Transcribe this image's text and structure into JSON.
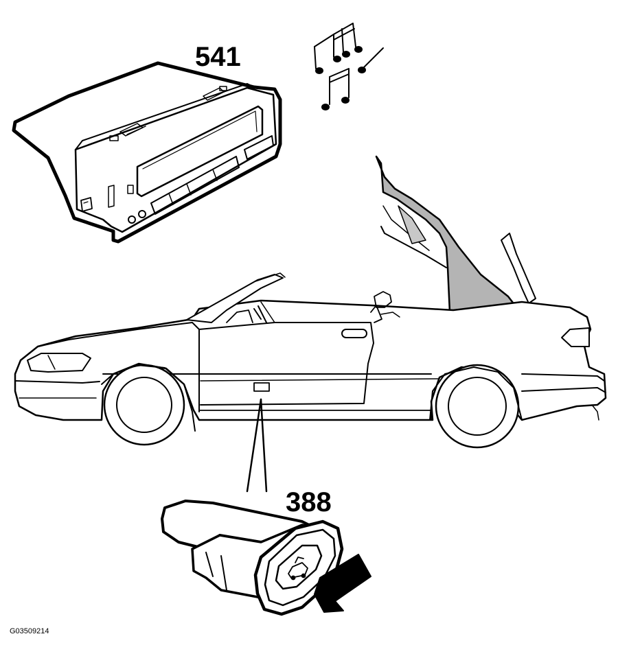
{
  "callouts": {
    "display_unit": "541",
    "roof_switch": "388"
  },
  "figure_code": "G03509214",
  "colors": {
    "line": "#000000",
    "background": "#ffffff",
    "shaded_roof_panel": "#b4b4b4"
  },
  "icons": {
    "music_notes": "music-notes-icon",
    "press_arrow": "press-arrow-icon",
    "switch_symbol": "convertible-roof-symbol-icon"
  }
}
